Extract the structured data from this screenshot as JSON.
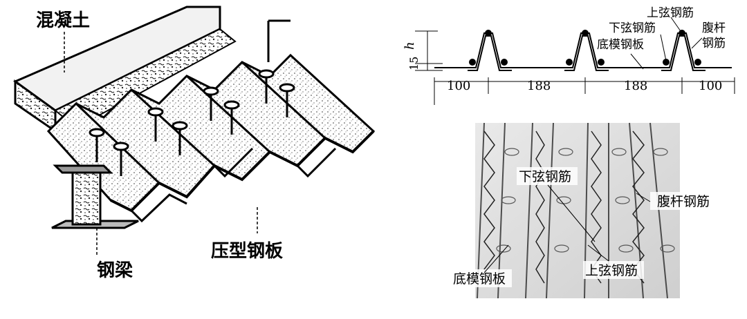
{
  "left_figure": {
    "concrete_label": "混凝土",
    "steel_beam_label": "钢梁",
    "profiled_steel_label": "压型钢板"
  },
  "section_figure": {
    "dim_h_label": "h",
    "dim_15_label": "15",
    "bottom_dims": [
      "100",
      "188",
      "188",
      "100"
    ],
    "top_chord_label": "上弦钢筋",
    "bottom_chord_label": "下弦钢筋",
    "web_bar_label_line1": "腹杆",
    "web_bar_label_line2": "钢筋",
    "bottom_plate_label": "底模钢板"
  },
  "photo_figure": {
    "bottom_chord_label": "下弦钢筋",
    "web_bar_label": "腹杆钢筋",
    "bottom_plate_label": "底模钢板",
    "top_chord_label": "上弦钢筋"
  }
}
